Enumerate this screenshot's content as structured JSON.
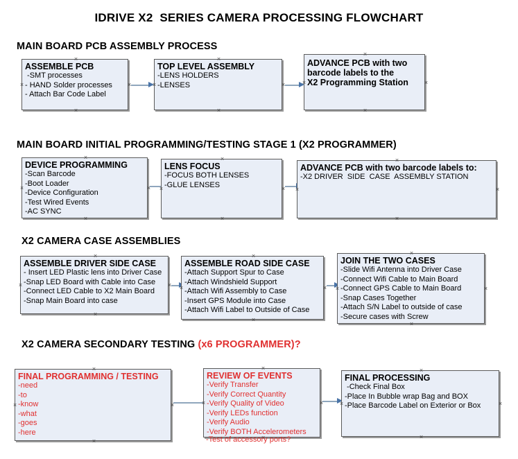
{
  "document": {
    "title": "IDRIVE X2  SERIES CAMERA PROCESSING FLOWCHART"
  },
  "sections": [
    {
      "id": "main-board-pcb-assembly",
      "heading": "MAIN BOARD PCB ASSEMBLY PROCESS",
      "heading_red": ""
    },
    {
      "id": "main-board-initial-programming",
      "heading": "MAIN BOARD INITIAL PROGRAMMING/TESTING STAGE 1 (X2 PROGRAMMER)",
      "heading_red": ""
    },
    {
      "id": "x2-camera-case-assemblies",
      "heading": "X2 CAMERA CASE ASSEMBLIES",
      "heading_red": ""
    },
    {
      "id": "x2-camera-secondary-testing",
      "heading": "X2 CAMERA SECONDARY TESTING ",
      "heading_red": "(x6 PROGRAMMER)?"
    }
  ],
  "boxes": [
    {
      "id": "assemble-pcb",
      "title": "ASSEMBLE PCB",
      "lines": [
        " -SMT processes",
        "- HAND Solder processes",
        "- Attach Bar Code Label"
      ],
      "color": "black"
    },
    {
      "id": "top-level-assembly",
      "title": "TOP LEVEL ASSEMBLY",
      "lines": [
        "-LENS HOLDERS",
        "-LENSES"
      ],
      "color": "black"
    },
    {
      "id": "advance-pcb-programming-station",
      "title": "ADVANCE PCB with two\nbarcode labels to the\n X2 Programming Station",
      "lines": [],
      "color": "black"
    },
    {
      "id": "device-programming",
      "title": "DEVICE PROGRAMMING",
      "lines": [
        "-Scan Barcode",
        "-Boot Loader",
        "-Device Configuration",
        "-Test Wired Events",
        "-AC SYNC"
      ],
      "color": "black"
    },
    {
      "id": "lens-focus",
      "title": "LENS FOCUS",
      "lines": [
        "-FOCUS BOTH LENSES",
        "-GLUE LENSES"
      ],
      "color": "black"
    },
    {
      "id": "advance-pcb-driver-side-case",
      "title": "ADVANCE PCB with two barcode labels to:",
      "lines": [
        "-X2 DRIVER  SIDE  CASE  ASSEMBLY STATION"
      ],
      "color": "black"
    },
    {
      "id": "assemble-driver-side-case",
      "title": "ASSEMBLE DRIVER SIDE CASE",
      "lines": [
        "- Insert LED Plastic lens into Driver Case",
        "-Snap LED Board with Cable into Case",
        "-Connect LED Cable to X2 Main Board",
        "-Snap Main Board into case"
      ],
      "color": "black"
    },
    {
      "id": "assemble-road-side-case",
      "title": "ASSEMBLE ROAD SIDE CASE",
      "lines": [
        "-Attach Support Spur to Case",
        "-Attach Windshield Support",
        "-Attach Wifi Assembly to Case",
        "-Insert GPS Module into Case",
        "-Attach Wifi Label to Outside of Case"
      ],
      "color": "black"
    },
    {
      "id": "join-the-two-cases",
      "title": "JOIN THE TWO CASES",
      "lines": [
        "-Slide Wifi Antenna into Driver Case",
        "-Connect Wifi Cable to Main Board",
        "-Connect GPS Cable to Main Board",
        "-Snap Cases Together",
        "-Attach S/N Label to outside of case",
        "-Secure cases with Screw"
      ],
      "color": "black"
    },
    {
      "id": "final-programming-testing",
      "title": "FINAL PROGRAMMING / TESTING",
      "lines": [
        "-need",
        "-to",
        "-know",
        "-what",
        "-goes",
        "-here"
      ],
      "color": "red"
    },
    {
      "id": "review-of-events",
      "title": "REVIEW OF EVENTS",
      "lines": [
        "-Verify Transfer",
        "-Verify Correct Quantity",
        "-Verify Quality of Video",
        "-Verify LEDs function",
        "-Verify Audio",
        "-Verify BOTH Accelerometers"
      ],
      "overflow_line": "-Test of accessory ports?",
      "color": "red"
    },
    {
      "id": "final-processing",
      "title": "FINAL PROCESSING",
      "lines": [
        " -Check Final Box",
        "-Place In Bubble wrap Bag and BOX",
        "-Place Barcode Label on Exterior or Box"
      ],
      "color": "black"
    }
  ]
}
